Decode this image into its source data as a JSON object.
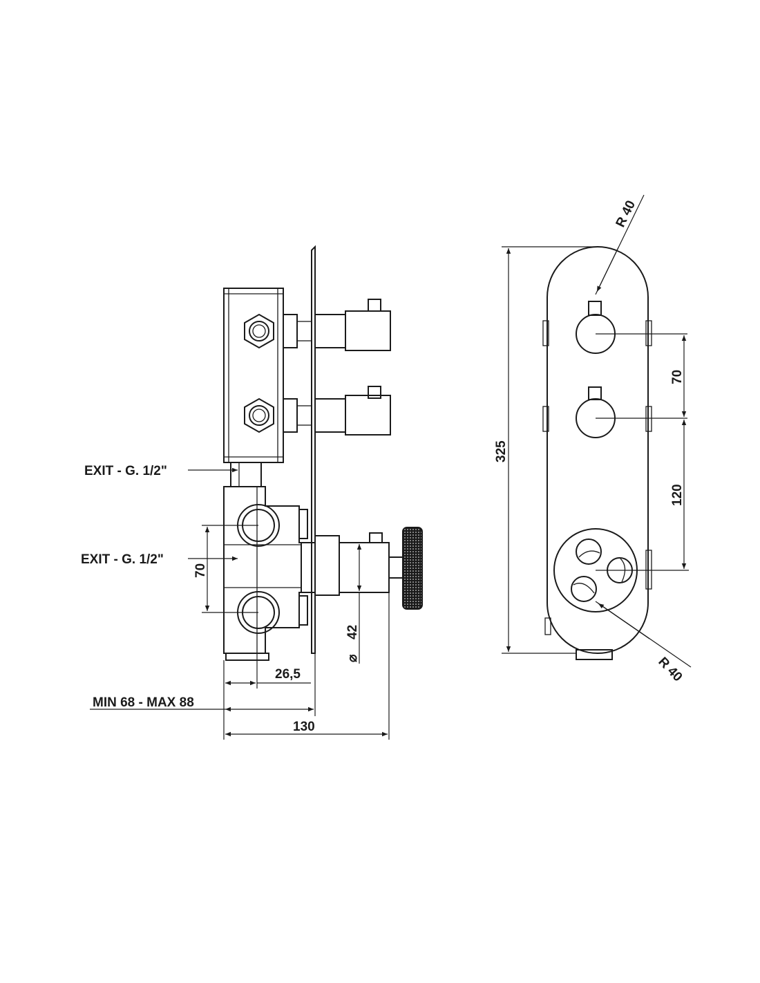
{
  "labels": {
    "exit_top": "EXIT - G. 1/2\"",
    "exit_mid": "EXIT - G. 1/2\"",
    "min_max": "MIN 68 - MAX 88"
  },
  "dimensions": {
    "side_70": "70",
    "side_26_5": "26,5",
    "side_130": "130",
    "diameter_42": "42",
    "diameter_symbol": "⌀",
    "front_325": "325",
    "front_70": "70",
    "front_120": "120",
    "front_r40_top": "R 40",
    "front_r40_bottom": "R 40"
  }
}
